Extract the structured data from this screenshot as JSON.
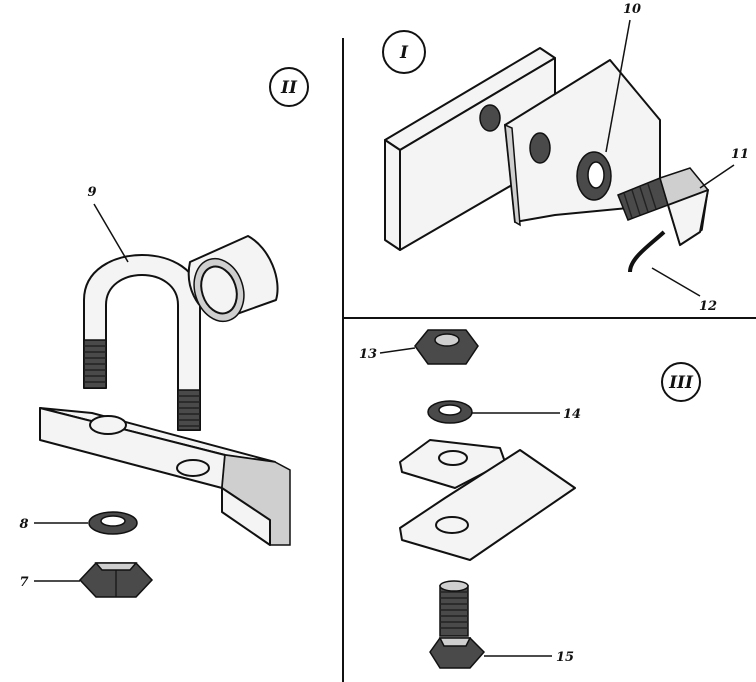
{
  "sections": {
    "I": {
      "roman": "I",
      "labels": {
        "washer": "10",
        "bolt": "11",
        "wire": "12"
      }
    },
    "II": {
      "roman": "II",
      "labels": {
        "washer": "8",
        "nut": "7",
        "u_bolt": "9"
      }
    },
    "III": {
      "roman": "III",
      "labels": {
        "nut": "13",
        "washer": "14",
        "bolt": "15"
      }
    }
  },
  "colors": {
    "ink": "#111111",
    "paper": "#ffffff",
    "shade": "#cfcfcf"
  }
}
